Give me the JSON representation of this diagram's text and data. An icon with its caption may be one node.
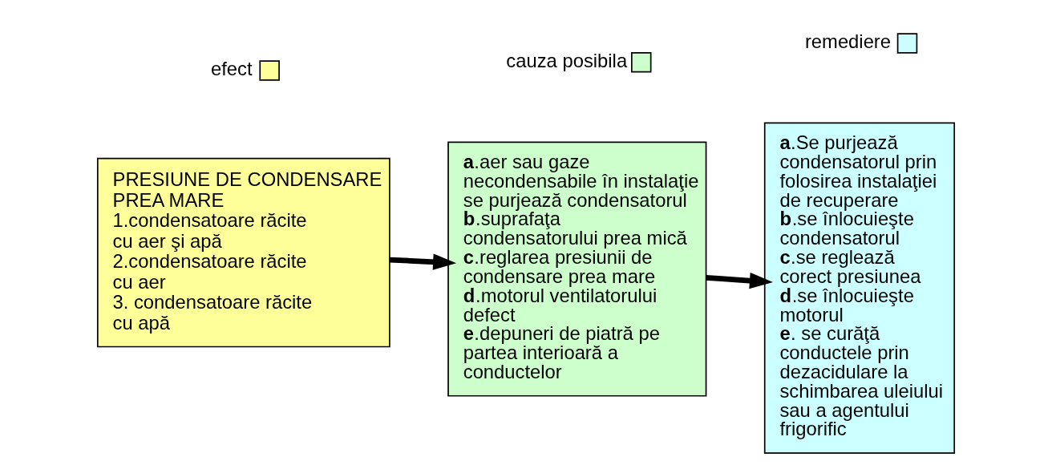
{
  "diagram": {
    "nodes": [
      {
        "text": [
          "PRESIUNE DE CONDENSARE PREA MARE",
          "1.condensatoare răcite cu aer şi apă",
          "2.condensatoare răcite cu aer",
          "3. condensatoare răcite cu apă"
        ]
      },
      {
        "text": [
          "**a**.aer sau gaze necondensabile în instalaţie se purjează condensatorul",
          "**b**.suprafaţa condensatorului prea mică",
          "**c**.reglarea presiunii de condensare prea mare",
          "**d**.motorul ventilatorului defect",
          "**e**.depuneri de piatră pe partea interioară a conductelor"
        ]
      },
      {
        "text": [
          "**a**.Se purjează condensatorul prin folosirea instalaţiei de recuperare",
          "**b**.se înlocuieşte condensatorul",
          "**c**.se reglează corect presiunea",
          "**d**.se înlocuieşte motorul",
          "**e**. se curăţă conductele prin dezacidulare la schimbarea uleiului sau a agentului frigorific"
        ]
      }
    ],
    "edges": [
      {
        "from": 0,
        "to": 1,
        "arrow": "to"
      },
      {
        "from": 1,
        "to": 2,
        "arrow": "to"
      }
    ],
    "legend": [
      {
        "text": "efect",
        "color": "#ffff99"
      },
      {
        "text": "cauza posibila",
        "color": "#ccffcc"
      },
      {
        "text": "remediere",
        "color": "#ccffff"
      }
    ]
  }
}
